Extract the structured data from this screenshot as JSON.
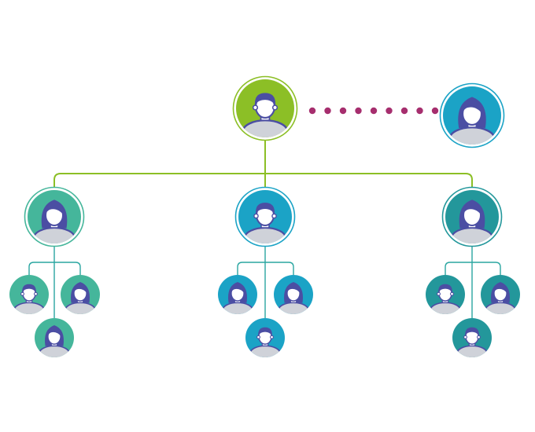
{
  "colors": {
    "green": "#8cbf26",
    "teal_blue": "#1ba3c6",
    "dark_teal": "#23979b",
    "mint": "#45b69b",
    "dotted_link": "#a62e6e",
    "connector_teal": "#2aa6a1",
    "avatar_body": "#cfd2d9",
    "avatar_hair": "#4b4ea3",
    "avatar_skin": "#ffffff"
  },
  "nodes": [
    {
      "id": "leader",
      "variant": "male",
      "icon": "person-male-icon",
      "color": "green"
    },
    {
      "id": "partner",
      "variant": "female",
      "icon": "person-female-icon",
      "color": "teal_blue"
    },
    {
      "id": "manager-left",
      "variant": "female",
      "icon": "person-female-icon",
      "color": "mint"
    },
    {
      "id": "manager-center",
      "variant": "male",
      "icon": "person-male-icon",
      "color": "teal_blue"
    },
    {
      "id": "manager-right",
      "variant": "female",
      "icon": "person-female-icon",
      "color": "dark_teal"
    },
    {
      "id": "staff-left-1",
      "variant": "male",
      "icon": "person-male-icon",
      "color": "mint"
    },
    {
      "id": "staff-left-2",
      "variant": "female",
      "icon": "person-female-icon",
      "color": "mint"
    },
    {
      "id": "staff-left-3",
      "variant": "female",
      "icon": "person-female-icon",
      "color": "mint"
    },
    {
      "id": "staff-center-1",
      "variant": "female",
      "icon": "person-female-icon",
      "color": "teal_blue"
    },
    {
      "id": "staff-center-2",
      "variant": "female",
      "icon": "person-female-icon",
      "color": "teal_blue"
    },
    {
      "id": "staff-center-3",
      "variant": "male",
      "icon": "person-male-icon",
      "color": "teal_blue"
    },
    {
      "id": "staff-right-1",
      "variant": "male",
      "icon": "person-male-icon",
      "color": "dark_teal"
    },
    {
      "id": "staff-right-2",
      "variant": "female",
      "icon": "person-female-icon",
      "color": "dark_teal"
    },
    {
      "id": "staff-right-3",
      "variant": "male",
      "icon": "person-male-icon",
      "color": "dark_teal"
    }
  ],
  "links": [
    {
      "from": "leader",
      "to": "partner",
      "style": "dotted"
    },
    {
      "from": "leader",
      "to": "manager-left",
      "style": "solid"
    },
    {
      "from": "leader",
      "to": "manager-center",
      "style": "solid"
    },
    {
      "from": "leader",
      "to": "manager-right",
      "style": "solid"
    },
    {
      "from": "manager-left",
      "to": "staff-left-1",
      "style": "solid"
    },
    {
      "from": "manager-left",
      "to": "staff-left-2",
      "style": "solid"
    },
    {
      "from": "manager-left",
      "to": "staff-left-3",
      "style": "solid"
    },
    {
      "from": "manager-center",
      "to": "staff-center-1",
      "style": "solid"
    },
    {
      "from": "manager-center",
      "to": "staff-center-2",
      "style": "solid"
    },
    {
      "from": "manager-center",
      "to": "staff-center-3",
      "style": "solid"
    },
    {
      "from": "manager-right",
      "to": "staff-right-1",
      "style": "solid"
    },
    {
      "from": "manager-right",
      "to": "staff-right-2",
      "style": "solid"
    },
    {
      "from": "manager-right",
      "to": "staff-right-3",
      "style": "solid"
    }
  ]
}
